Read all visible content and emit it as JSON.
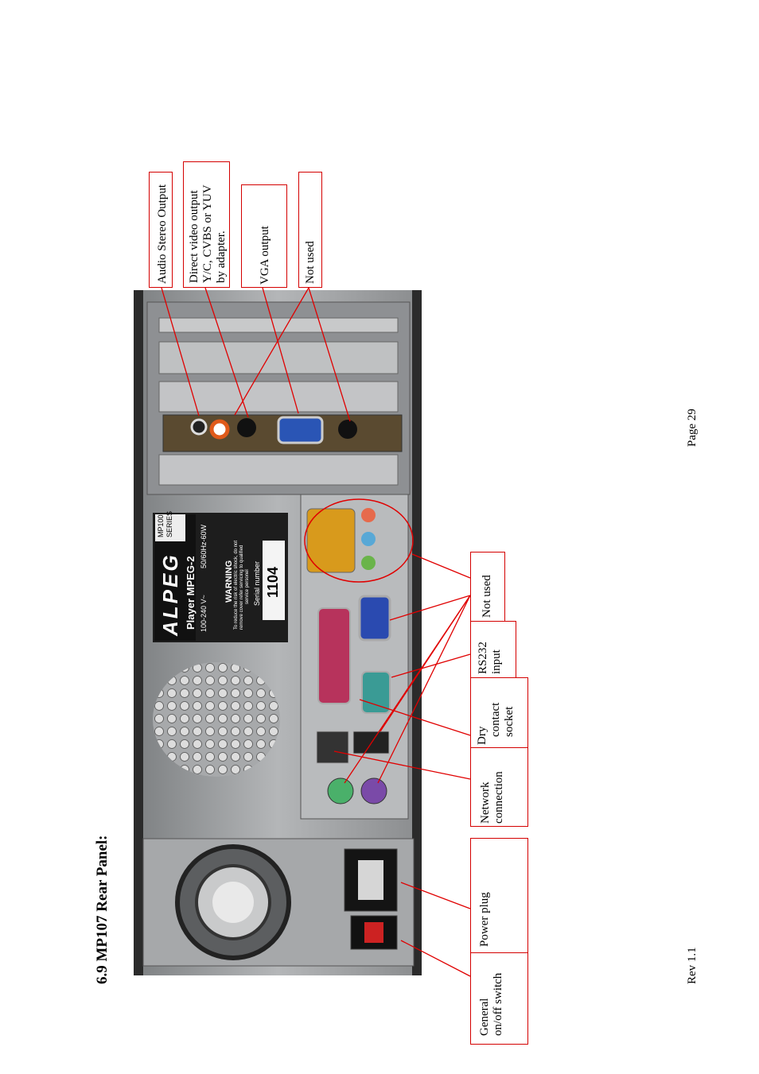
{
  "heading": "6.9 MP107 Rear Panel:",
  "footer": {
    "revision": "Rev 1.1",
    "page": "Page 29"
  },
  "callouts": {
    "audio": [
      "Audio Stereo Output"
    ],
    "video": [
      "Direct video output",
      "Y/C, CVBS or YUV",
      "by adapter."
    ],
    "vga": [
      "VGA output"
    ],
    "not_used_top": [
      "Not used"
    ],
    "not_used_right": [
      "Not used"
    ],
    "rs232": [
      "RS232",
      "input"
    ],
    "dry": [
      "Dry",
      "contact",
      "socket"
    ],
    "network": [
      "Network",
      "connection"
    ],
    "power": [
      "Power plug"
    ],
    "switch": [
      "General",
      "on/off switch"
    ]
  },
  "label_plate": {
    "brand": "ALPEG",
    "model": "Player MPEG-2",
    "series": [
      "MP100",
      "SERIES"
    ],
    "voltage": "100-240 V~",
    "frequency": "50/60Hz-60W",
    "warning_title": "WARNING",
    "warning_text": [
      "To reduce the risk of electric shock, do not",
      "remove cover refer servicing to qualified",
      "service personel"
    ],
    "serial_label": "Serial number",
    "serial": "1104"
  },
  "colors": {
    "callout_border": "#d40000",
    "leader": "#e00000",
    "chassis": "#9a9c9e",
    "plate": "#222222"
  }
}
